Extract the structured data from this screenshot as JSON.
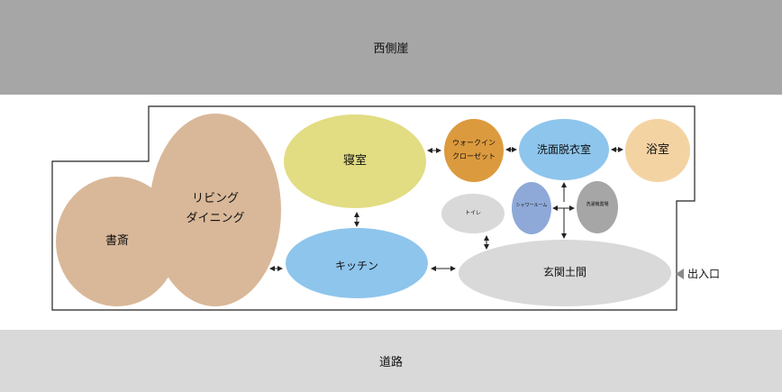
{
  "top_band": {
    "label": "西側崖",
    "color": "#a6a6a6"
  },
  "bottom_band": {
    "label": "道路",
    "color": "#d9d9d9"
  },
  "entrance": {
    "label": "出入口",
    "icon": "triangle-left-icon",
    "color": "#8a8a8a"
  },
  "rooms": {
    "study": {
      "label": "書斎",
      "color": "#d9b899"
    },
    "living": {
      "line1": "リビング",
      "line2": "ダイニング",
      "color": "#d9b899"
    },
    "bedroom": {
      "label": "寝室",
      "color": "#e2dc82"
    },
    "walkin": {
      "line1": "ウォークイン",
      "line2": "クローゼット",
      "color": "#dc9a3e"
    },
    "washroom": {
      "label": "洗面脱衣室",
      "color": "#8ec5ec"
    },
    "bath": {
      "label": "浴室",
      "color": "#f4d3a3"
    },
    "toilet": {
      "label": "トイレ",
      "color": "#d9d9d9"
    },
    "shower": {
      "label": "シャワールーム",
      "color": "#8ea9d8"
    },
    "laundry": {
      "label": "洗濯機置場",
      "color": "#a6a6a6"
    },
    "kitchen": {
      "label": "キッチン",
      "color": "#8ec5ec"
    },
    "genkan": {
      "label": "玄関土間",
      "color": "#d9d9d9"
    }
  }
}
